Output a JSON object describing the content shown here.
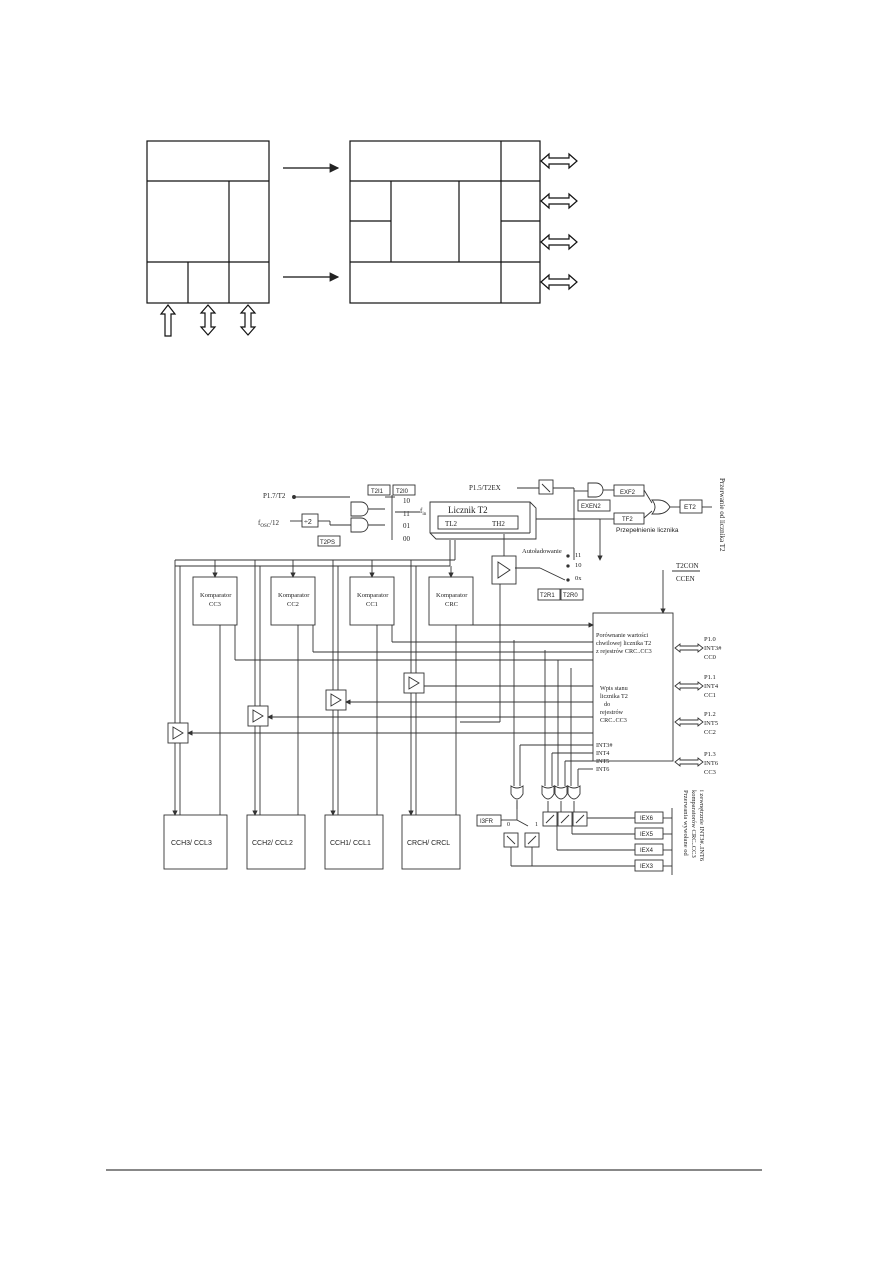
{
  "top_diagram": {},
  "timer": {
    "p17_t2": "P1.7/T2",
    "fosc_12": "f",
    "fosc_sub": "OSC",
    "fosc_tail": "/12",
    "div2": "÷2",
    "t2ps": "T2PS",
    "t2i1": "T2I1",
    "t2i0": "T2I0",
    "sel10": "10",
    "sel11": "11",
    "sel01": "01",
    "sel00": "00",
    "fin": "f",
    "fin_sub": "in",
    "counter_title": "Licznik T2",
    "tl2": "TL2",
    "th2": "TH2",
    "p15_t2ex": "P1.5/T2EX",
    "exf2": "EXF2",
    "exen2": "EXEN2",
    "tf2": "TF2",
    "et2": "ET2",
    "interrupt_t2": "Przerwanie od licznika T2",
    "overflow": "Przepełnienie licznika",
    "autoload": "Autoładowanie",
    "r11": "11",
    "r10": "10",
    "r0x": "0x",
    "t2r1": "T2R1",
    "t2r0": "T2R0",
    "t2con": "T2CON",
    "ccen": "CCEN"
  },
  "comparators": [
    {
      "line1": "Komparator",
      "line2": "CC3"
    },
    {
      "line1": "Komparator",
      "line2": "CC2"
    },
    {
      "line1": "Komparator",
      "line2": "CC1"
    },
    {
      "line1": "Komparator",
      "line2": "CRC"
    }
  ],
  "registers": [
    "CCH3/ CCL3",
    "CCH2/ CCL2",
    "CCH1/ CCL1",
    "CRCH/ CRCL"
  ],
  "control_block": {
    "form_1": "Porównanie wartości",
    "form_2": "chwilowej licznika T2",
    "form_3": "z rejestrów CRC..CC3",
    "write_1": "Wpis stanu",
    "write_2": "licznika T2",
    "write_3": "do",
    "write_4": "rejestrów",
    "write_5": "CRC..CC3",
    "int3": "INT3#",
    "int4": "INT4",
    "int5": "INT5",
    "int6": "INT6"
  },
  "ports": [
    {
      "a": "P1.0",
      "b": "INT3#",
      "c": "CC0"
    },
    {
      "a": "P1.1",
      "b": "INT4",
      "c": "CC1"
    },
    {
      "a": "P1.2",
      "b": "INT5",
      "c": "CC2"
    },
    {
      "a": "P1.3",
      "b": "INT6",
      "c": "CC3"
    }
  ],
  "i3fr": "I3FR",
  "sel0": "0",
  "sel1": "1",
  "iex": [
    "IEX6",
    "IEX5",
    "IEX4",
    "IEX3"
  ],
  "interrupt_cmp_1": "Przerwania wywołane od",
  "interrupt_cmp_2": "komparatorów CRC..CC3",
  "interrupt_cmp_3": "i zewnętrznie INT3#..INT6"
}
